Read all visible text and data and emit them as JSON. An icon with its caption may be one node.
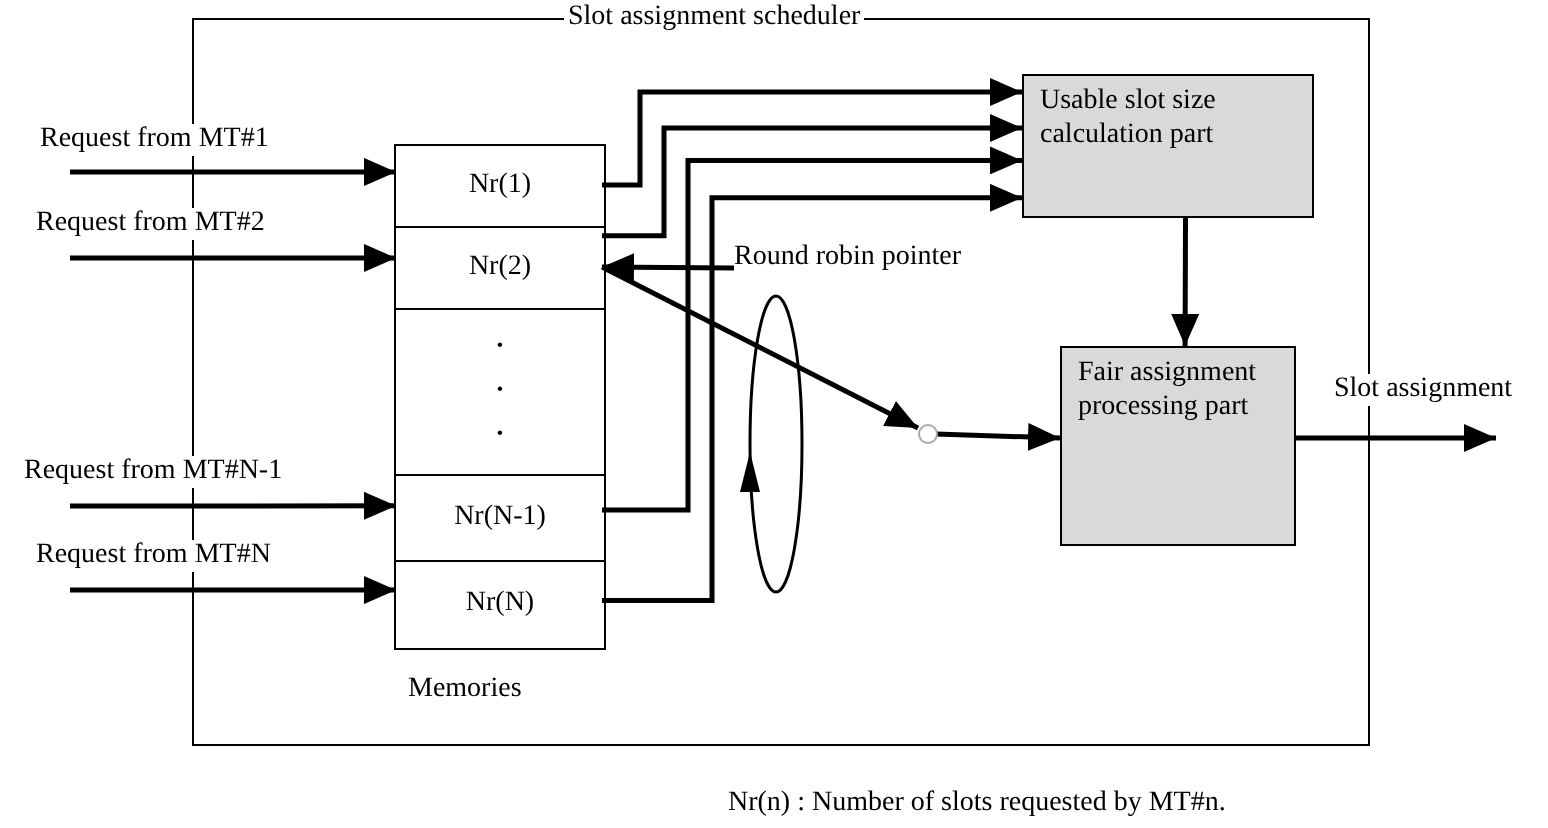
{
  "diagram": {
    "nodes": [
      {
        "text": [
          "Slot assignment scheduler"
        ]
      },
      {
        "text": [
          "Memories"
        ],
        "in": 0
      },
      {
        "text": [
          "Nr(1)"
        ],
        "in": 1
      },
      {
        "text": [
          "Nr(2)"
        ],
        "in": 1
      },
      {
        "text": [
          "· · ·"
        ],
        "in": 1
      },
      {
        "text": [
          "Nr(N-1)"
        ],
        "in": 1
      },
      {
        "text": [
          "Nr(N)"
        ],
        "in": 1
      },
      {
        "text": [
          "Usable slot size calculation part"
        ],
        "in": 0
      },
      {
        "text": [
          "Fair assignment processing part"
        ],
        "in": 0
      },
      {
        "text": [],
        "shape": "circle",
        "in": 0
      },
      {
        "text": [
          "Round robin pointer"
        ],
        "in": 0
      }
    ],
    "edges": [
      {
        "from": null,
        "to": 2,
        "arrow": "to",
        "label": "Request from MT#1"
      },
      {
        "from": null,
        "to": 3,
        "arrow": "to",
        "label": "Request from MT#2"
      },
      {
        "from": null,
        "to": 5,
        "arrow": "to",
        "label": "Request from MT#N-1"
      },
      {
        "from": null,
        "to": 6,
        "arrow": "to",
        "label": "Request from MT#N"
      },
      {
        "from": 2,
        "to": 7,
        "arrow": "to"
      },
      {
        "from": 3,
        "to": 7,
        "arrow": "to"
      },
      {
        "from": 5,
        "to": 7,
        "arrow": "to"
      },
      {
        "from": 6,
        "to": 7,
        "arrow": "to"
      },
      {
        "from": 10,
        "to": 3,
        "arrow": "to"
      },
      {
        "from": 3,
        "to": 9,
        "arrow": "to"
      },
      {
        "from": 9,
        "to": 8,
        "arrow": "to"
      },
      {
        "from": 7,
        "to": 8,
        "arrow": "to"
      },
      {
        "from": 8,
        "to": null,
        "arrow": "to",
        "label": "Slot assignment"
      }
    ],
    "labels": [
      "Nr(n) : Number of slots requested by MT#n."
    ]
  }
}
